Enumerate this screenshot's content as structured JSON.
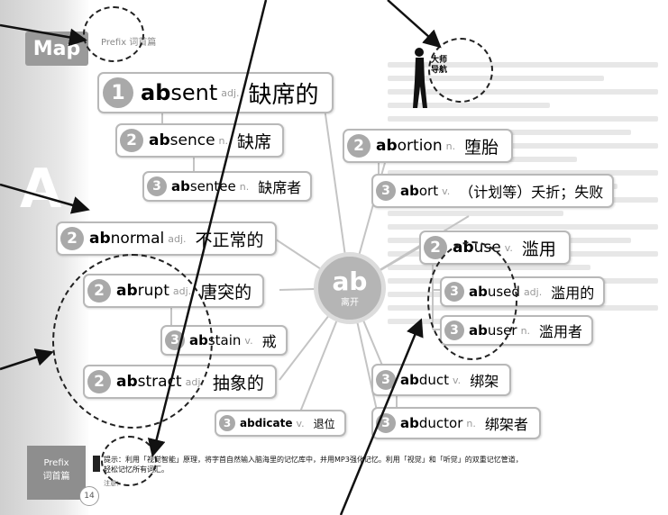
{
  "header": {
    "tab": "Map",
    "prefix_label": "Prefix 词首篇"
  },
  "side": {
    "letter": "A",
    "bottom_tab_line1": "Prefix",
    "bottom_tab_line2": "词首篇",
    "page_number": "14"
  },
  "master_nav": {
    "line1": "大师",
    "line2": "导航"
  },
  "center": {
    "stem": "ab",
    "meaning": "离开"
  },
  "words": [
    {
      "id": "absent",
      "level": "1",
      "stem": "ab",
      "rest": "sent",
      "pos": "adj.",
      "meaning": "缺席的"
    },
    {
      "id": "absence",
      "level": "2",
      "stem": "ab",
      "rest": "sence",
      "pos": "n.",
      "meaning": "缺席"
    },
    {
      "id": "absentee",
      "level": "3",
      "stem": "ab",
      "rest": "sentee",
      "pos": "n.",
      "meaning": "缺席者"
    },
    {
      "id": "abnormal",
      "level": "2",
      "stem": "ab",
      "rest": "normal",
      "pos": "adj.",
      "meaning": "不正常的"
    },
    {
      "id": "abrupt",
      "level": "2",
      "stem": "ab",
      "rest": "rupt",
      "pos": "adj.",
      "meaning": "唐突的"
    },
    {
      "id": "abstain",
      "level": "3",
      "stem": "ab",
      "rest": "stain",
      "pos": "v.",
      "meaning": "戒"
    },
    {
      "id": "abstract",
      "level": "2",
      "stem": "ab",
      "rest": "stract",
      "pos": "adj.",
      "meaning": "抽象的"
    },
    {
      "id": "abdicate",
      "level": "3",
      "stem": "ab",
      "rest": "dicate",
      "pos": "v.",
      "meaning": "退位"
    },
    {
      "id": "abortion",
      "level": "2",
      "stem": "ab",
      "rest": "ortion",
      "pos": "n.",
      "meaning": "堕胎"
    },
    {
      "id": "abort",
      "level": "3",
      "stem": "ab",
      "rest": "ort",
      "pos": "v.",
      "meaning": "（计划等）夭折；失败"
    },
    {
      "id": "abuse",
      "level": "2",
      "stem": "ab",
      "rest": "use",
      "pos": "v.",
      "meaning": "滥用"
    },
    {
      "id": "abused",
      "level": "3",
      "stem": "ab",
      "rest": "used",
      "pos": "adj.",
      "meaning": "滥用的"
    },
    {
      "id": "abuser",
      "level": "3",
      "stem": "ab",
      "rest": "user",
      "pos": "n.",
      "meaning": "滥用者"
    },
    {
      "id": "abduct",
      "level": "3",
      "stem": "ab",
      "rest": "duct",
      "pos": "v.",
      "meaning": "绑架"
    },
    {
      "id": "abductor",
      "level": "3",
      "stem": "ab",
      "rest": "ductor",
      "pos": "n.",
      "meaning": "绑架者"
    }
  ],
  "footer": {
    "tip": "提示：利用「视觉智能」原理，将字首自然输入脑海里的记忆库中，并用MP3强化记忆。利用「视觉」和「听觉」的双重记忆管道，轻松记忆所有词汇。",
    "note": "注意：…"
  },
  "colors": {
    "accent": "#a9a9a9",
    "border": "#b8b8b8",
    "dash": "#222222"
  }
}
